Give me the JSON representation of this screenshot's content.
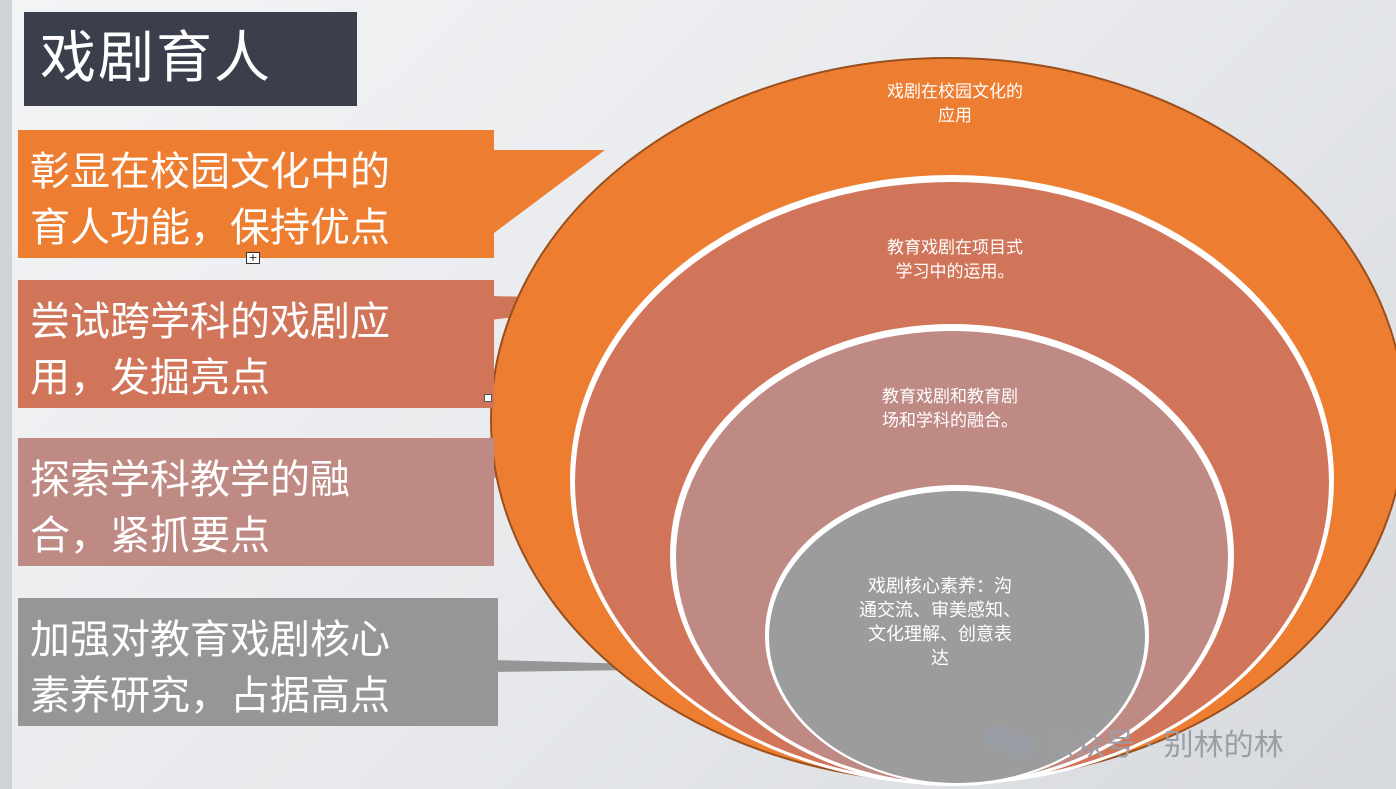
{
  "title": "戏剧育人",
  "labels": [
    "彰显在校园文化中的\n育人功能，保持优点",
    "尝试跨学科的戏剧应\n用，发掘亮点",
    "探索学科教学的融\n合，紧抓要点",
    "加强对教育戏剧核心\n素养研究，占据高点"
  ],
  "circles": [
    "戏剧在校园文化的\n应用",
    "教育戏剧在项目式\n学习中的运用。",
    "教育戏剧和教育剧\n场和学科的融合。",
    "戏剧核心素养：沟\n通交流、审美感知、\n文化理解、创意表\n达"
  ],
  "watermark": "公众号 · 别林的林",
  "icons": [
    "wechat-icon",
    "move-handle-icon"
  ],
  "colors": {
    "title_bg": "#3a3f4b",
    "orange": "#ed7d31",
    "terracotta": "#d1755a",
    "rose": "#c08a84",
    "gray": "#969696"
  }
}
